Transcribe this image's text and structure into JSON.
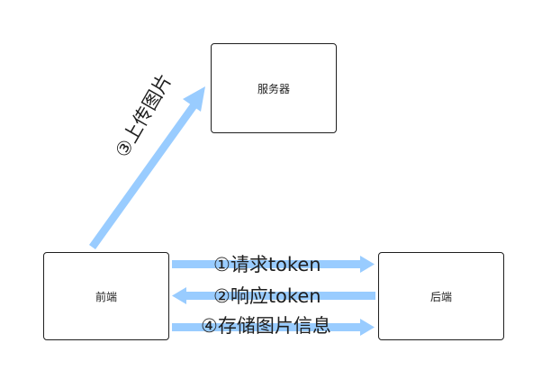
{
  "nodes": {
    "server": "服务器",
    "frontend": "前端",
    "backend": "后端"
  },
  "edges": {
    "upload": "③上传图片",
    "request": "①请求token",
    "response": "②响应token",
    "store": "④存储图片信息"
  },
  "colors": {
    "arrow": "#99ccff",
    "border": "#1f1f1f"
  }
}
